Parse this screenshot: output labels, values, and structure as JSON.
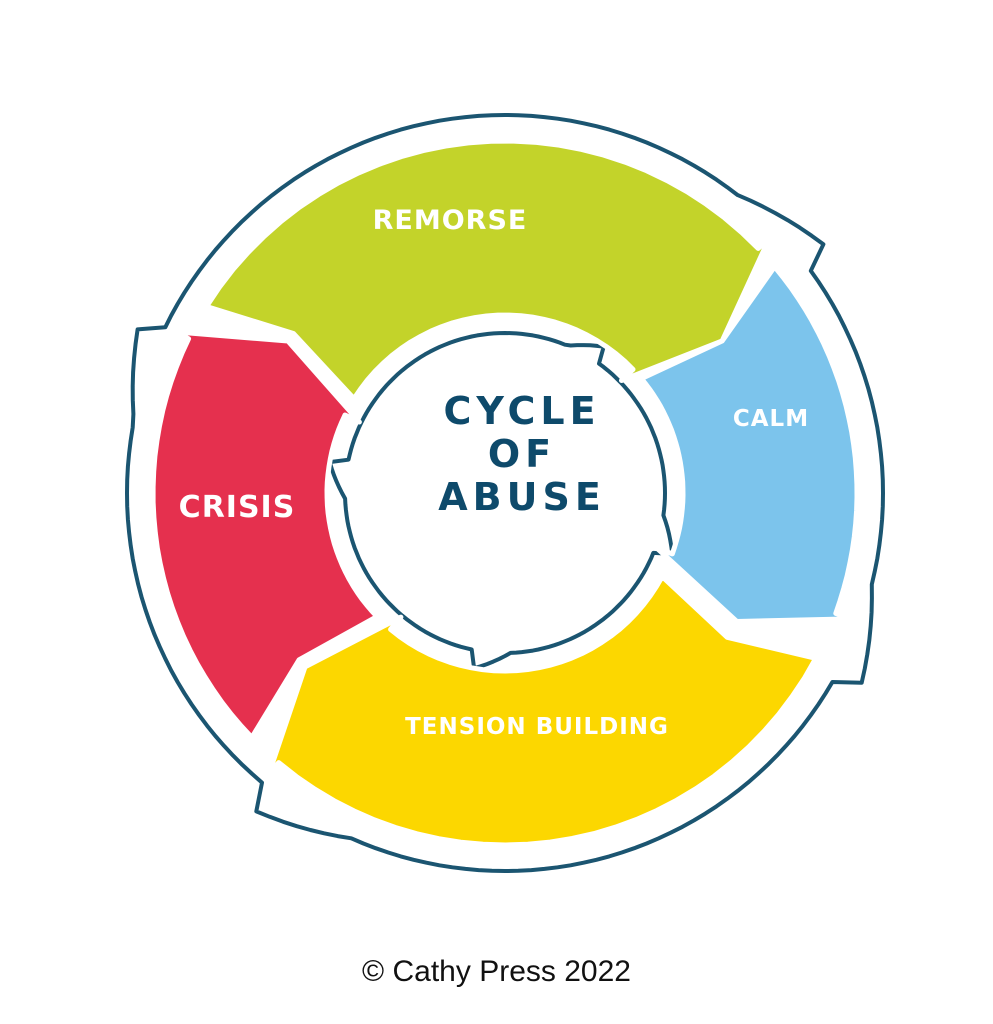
{
  "center": {
    "line1": "CYCLE",
    "line2": "OF",
    "line3": "ABUSE"
  },
  "segments": [
    {
      "key": "remorse",
      "label": "REMORSE",
      "color": "#c3d32a"
    },
    {
      "key": "calm",
      "label": "CALM",
      "color": "#7cc4ec"
    },
    {
      "key": "tension",
      "label": "TENSION BUILDING",
      "color": "#fcd700"
    },
    {
      "key": "crisis",
      "label": "CRISIS",
      "color": "#e5304e"
    }
  ],
  "colors": {
    "outline": "#1b5571",
    "center_text": "#0e4a6b",
    "background": "#ffffff"
  },
  "footer": {
    "copyright": "© Cathy Press 2022"
  }
}
